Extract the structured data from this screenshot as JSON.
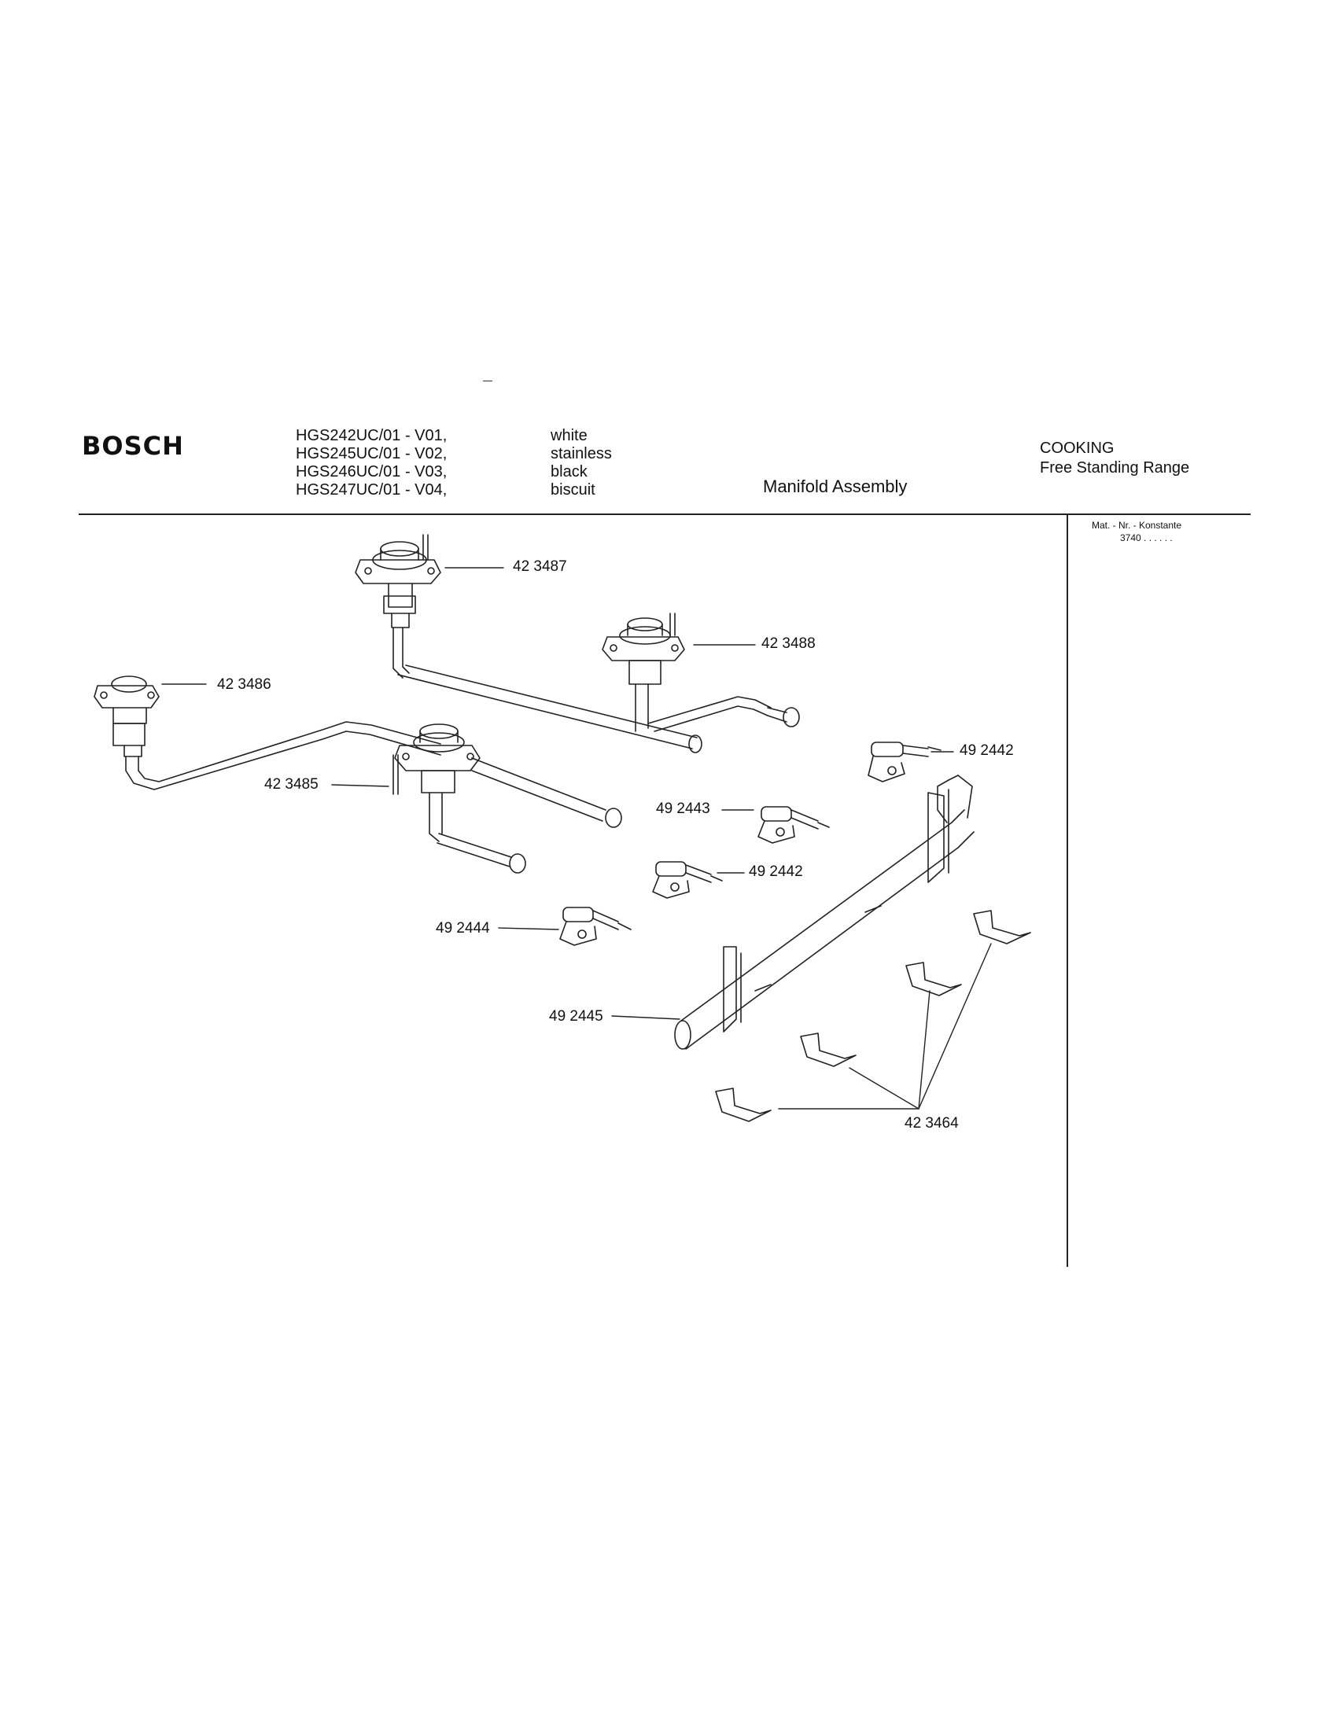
{
  "header": {
    "brand": "BOSCH",
    "models": [
      "HGS242UC/01 - V01,",
      "HGS245UC/01 - V02,",
      "HGS246UC/01 - V03,",
      "HGS247UC/01 - V04,"
    ],
    "colors": [
      "white",
      "stainless",
      "black",
      "biscuit"
    ],
    "title": "Manifold Assembly",
    "category": "COOKING",
    "subcategory": "Free Standing Range"
  },
  "side_panel": {
    "label": "Mat. - Nr. - Konstante",
    "value": "3740 . . . . . ."
  },
  "parts": [
    {
      "id": "p-423487",
      "number": "42 3487"
    },
    {
      "id": "p-423488",
      "number": "42 3488"
    },
    {
      "id": "p-423486",
      "number": "42 3486"
    },
    {
      "id": "p-423485",
      "number": "42 3485"
    },
    {
      "id": "p-492442a",
      "number": "49 2442"
    },
    {
      "id": "p-492443",
      "number": "49 2443"
    },
    {
      "id": "p-492442b",
      "number": "49 2442"
    },
    {
      "id": "p-492444",
      "number": "49 2444"
    },
    {
      "id": "p-492445",
      "number": "49 2445"
    },
    {
      "id": "p-423464",
      "number": "42 3464"
    }
  ]
}
